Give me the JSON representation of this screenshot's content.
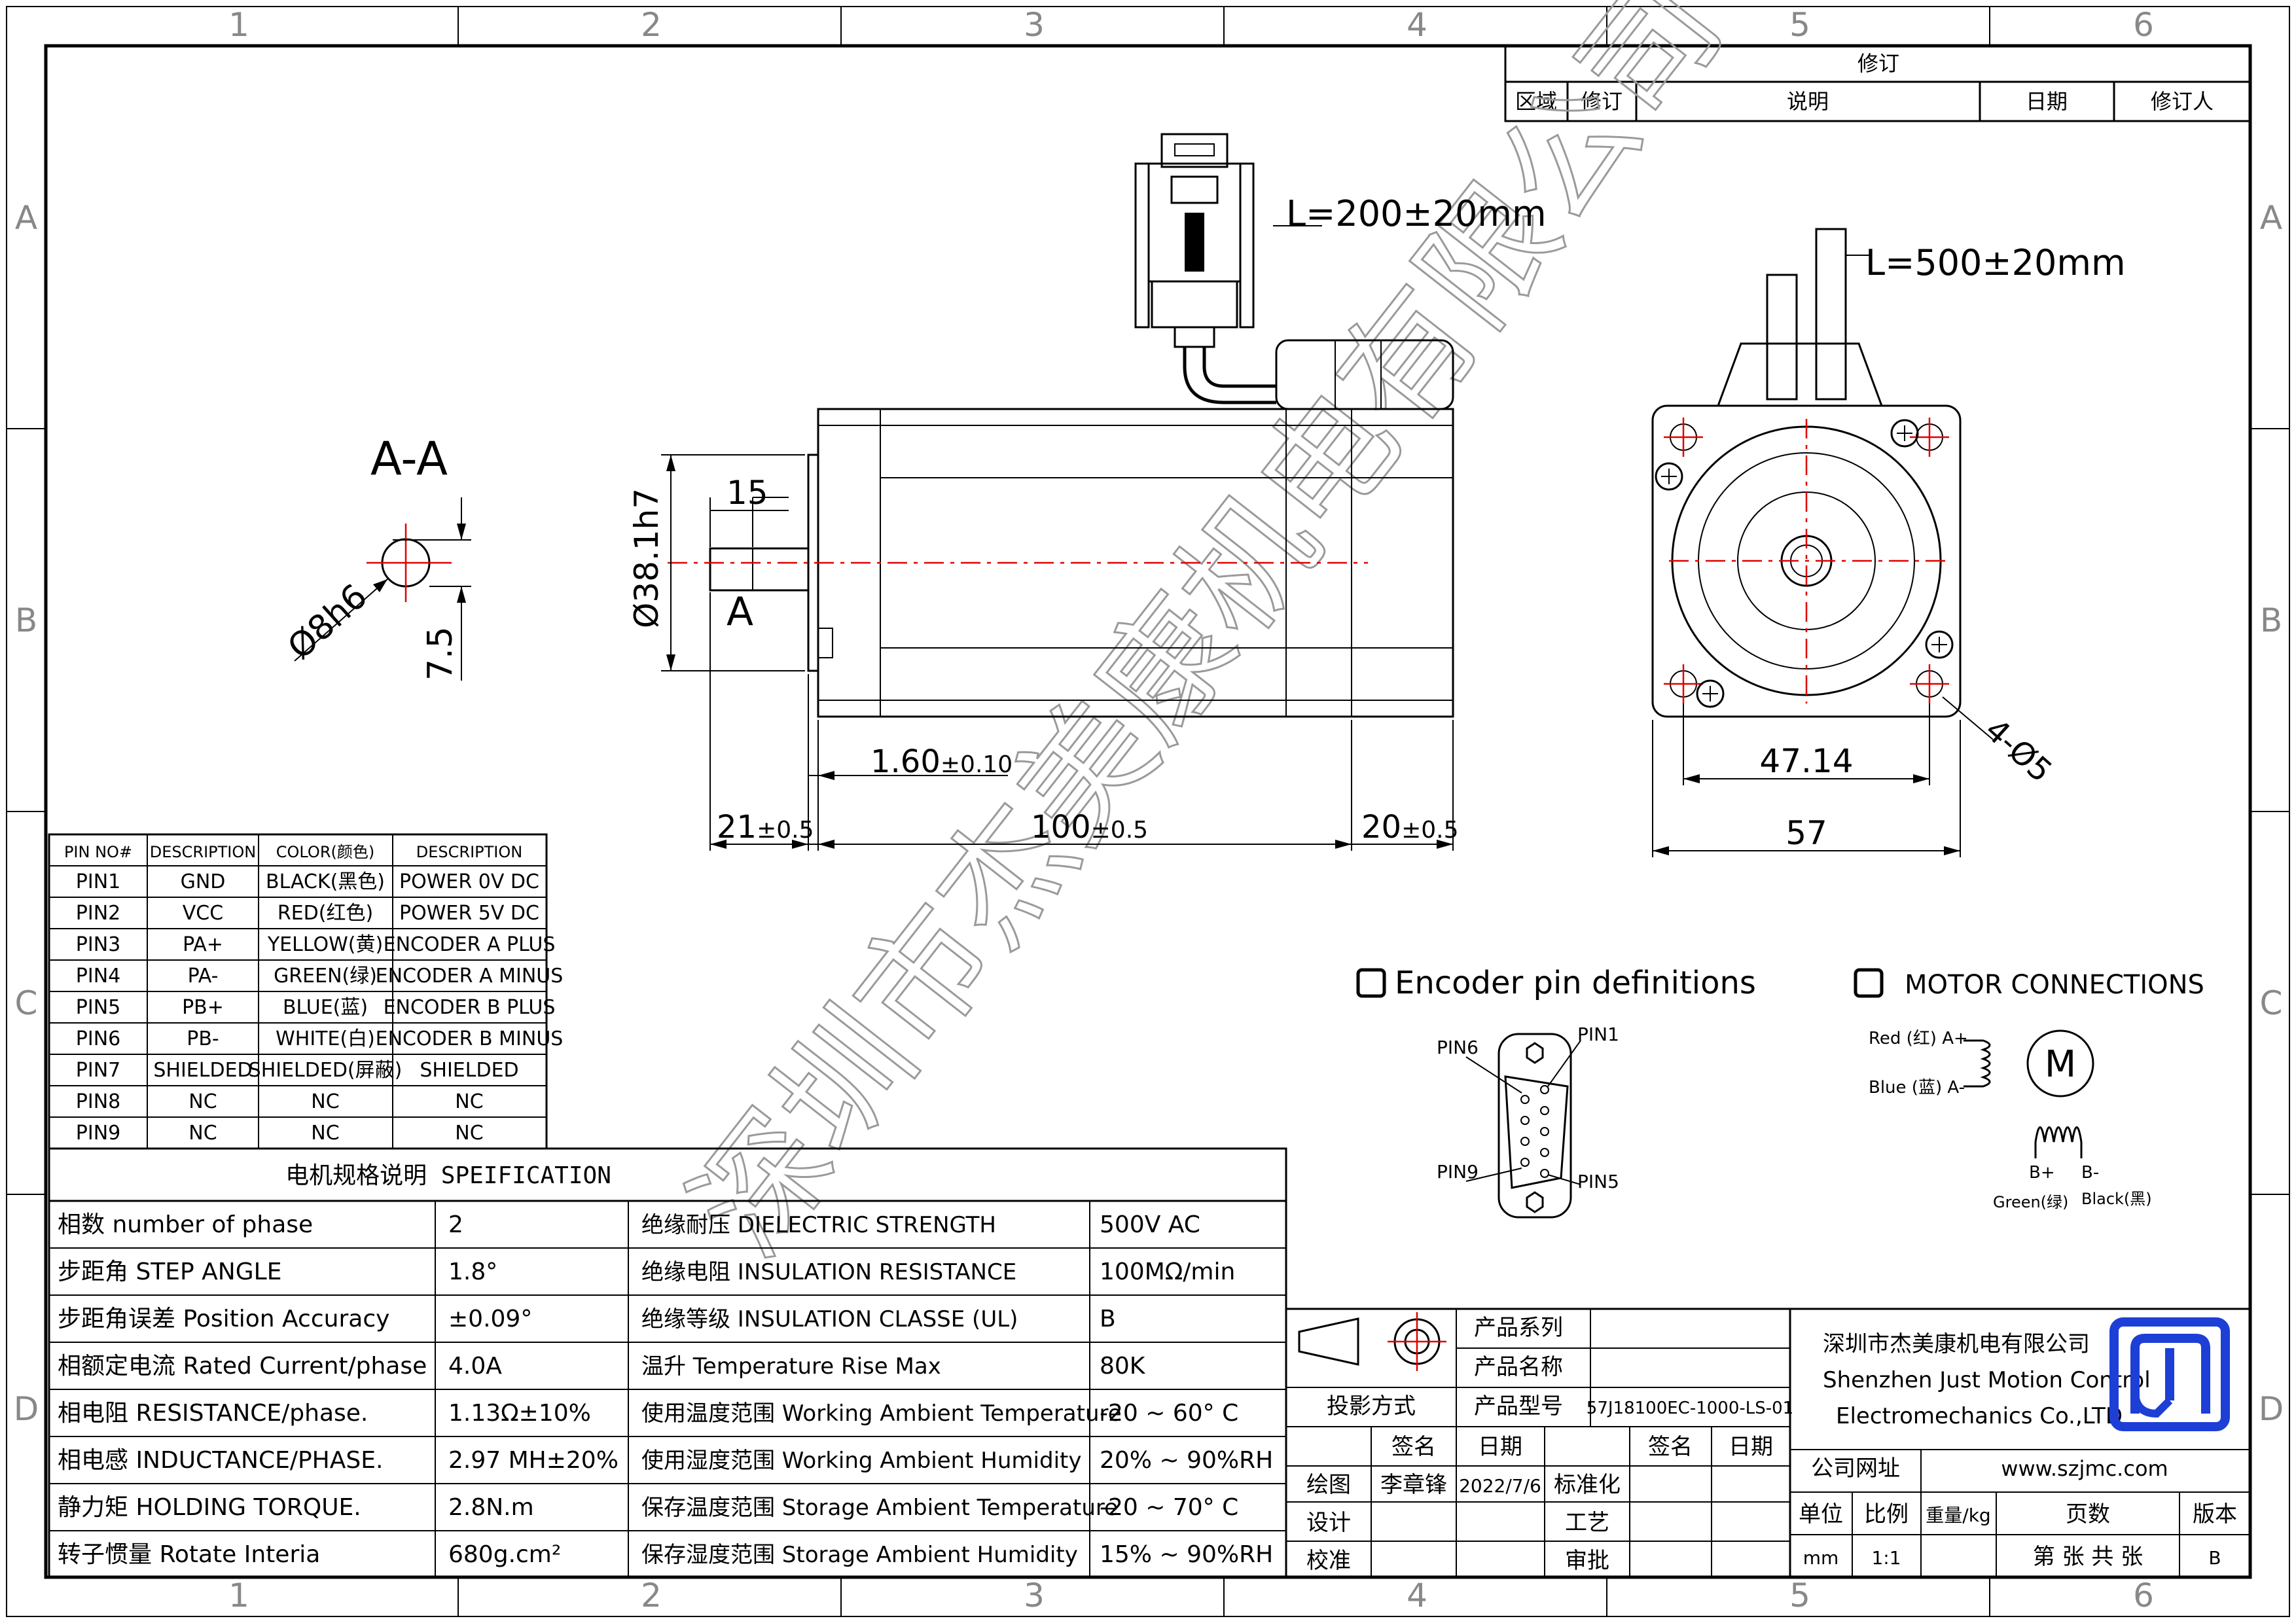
{
  "frame": {
    "cols": [
      "1",
      "2",
      "3",
      "4",
      "5",
      "6"
    ],
    "rows": [
      "A",
      "B",
      "C",
      "D"
    ]
  },
  "revision": {
    "title": "修订",
    "headers": [
      "区域",
      "修订",
      "说明",
      "日期",
      "修订人"
    ]
  },
  "section": {
    "label": "A-A",
    "dia": "Ø8h6",
    "flat": "7.5",
    "cut": "A"
  },
  "side_view": {
    "cable_l1": "L=200±20mm",
    "shaft_dia": "Ø38.1h7",
    "d15": "15",
    "d160": "1.60",
    "d160_tol": "±0.10",
    "d21": "21",
    "d21_tol": "±0.5",
    "d100": "100",
    "d100_tol": "±0.5",
    "d20": "20",
    "d20_tol": "±0.5"
  },
  "front_view": {
    "cable_l2": "L=500±20mm",
    "d4714": "47.14",
    "d57": "57",
    "holes": "4-Ø5"
  },
  "pin_table": {
    "headers": [
      "PIN NO#",
      "DESCRIPTION",
      "COLOR(颜色)",
      "DESCRIPTION"
    ],
    "rows": [
      [
        "PIN1",
        "GND",
        "BLACK(黑色)",
        "POWER 0V DC"
      ],
      [
        "PIN2",
        "VCC",
        "RED(红色)",
        "POWER 5V DC"
      ],
      [
        "PIN3",
        "PA+",
        "YELLOW(黄)",
        "ENCODER A PLUS"
      ],
      [
        "PIN4",
        "PA-",
        "GREEN(绿)",
        "ENCODER A MINUS"
      ],
      [
        "PIN5",
        "PB+",
        "BLUE(蓝)",
        "ENCODER B PLUS"
      ],
      [
        "PIN6",
        "PB-",
        "WHITE(白)",
        "ENCODER B MINUS"
      ],
      [
        "PIN7",
        "SHIELDED",
        "SHIELDED(屏蔽)",
        "SHIELDED"
      ],
      [
        "PIN8",
        "NC",
        "NC",
        "NC"
      ],
      [
        "PIN9",
        "NC",
        "NC",
        "NC"
      ]
    ]
  },
  "spec_table": {
    "title": "电机规格说明 SPEIFICATION",
    "rows": [
      [
        "相数 number of phase",
        "2",
        "绝缘耐压 DIELECTRIC STRENGTH",
        "500V AC"
      ],
      [
        "步距角 STEP ANGLE",
        "1.8°",
        "绝缘电阻 INSULATION RESISTANCE",
        "100MΩ/min"
      ],
      [
        "步距角误差 Position Accuracy",
        "±0.09°",
        "绝缘等级 INSULATION CLASSE (UL)",
        "B"
      ],
      [
        "相额定电流 Rated Current/phase",
        "4.0A",
        "温升 Temperature Rise Max",
        "80K"
      ],
      [
        "相电阻 RESISTANCE/phase.",
        "1.13Ω±10%",
        "使用温度范围 Working Ambient Temperature",
        "-20 ~ 60° C"
      ],
      [
        "相电感 INDUCTANCE/PHASE.",
        "2.97 MH±20%",
        "使用湿度范围 Working Ambient Humidity",
        "20% ~ 90%RH"
      ],
      [
        "静力矩 HOLDING TORQUE.",
        "2.8N.m",
        "保存温度范围 Storage Ambient Temperature",
        "-20 ~ 70° C"
      ],
      [
        "转子惯量 Rotate Interia",
        "680g.cm²",
        "保存湿度范围 Storage Ambient Humidity",
        "15% ~ 90%RH"
      ]
    ]
  },
  "encoder": {
    "title": "Encoder pin definitions",
    "pin6": "PIN6",
    "pin1": "PIN1",
    "pin9": "PIN9",
    "pin5": "PIN5"
  },
  "motor_conn": {
    "title": "MOTOR CONNECTIONS",
    "a_plus": "Red (红) A+",
    "a_minus": "Blue (蓝) A-",
    "m": "M",
    "b_plus": "B+",
    "b_minus": "B-",
    "b_plus_color": "Green(绿)",
    "b_minus_color": "Black(黑)"
  },
  "title_block": {
    "series_label": "产品系列",
    "name_label": "产品名称",
    "projection_label": "投影方式",
    "model_label": "产品型号",
    "model": "57J18100EC-1000-LS-01",
    "sign": "签名",
    "date": "日期",
    "draw": "绘图",
    "drawer": "李章锋",
    "draw_date": "2022/7/6",
    "design": "设计",
    "check": "校准",
    "standard": "标准化",
    "process": "工艺",
    "approve": "审批",
    "sign2": "签名",
    "date2": "日期",
    "company_cn": "深圳市杰美康机电有限公司",
    "company_en1": "Shenzhen Just Motion Control",
    "company_en2": "Electromechanics Co.,LTD",
    "website_label": "公司网址",
    "website": "www.szjmc.com",
    "unit_label": "单位",
    "scale_label": "比例",
    "weight_label": "重量/kg",
    "pages_label": "页数",
    "version_label": "版本",
    "unit": "mm",
    "scale": "1:1",
    "pages": "第 张 共 张",
    "version": "B"
  },
  "watermark": "深圳市杰美康机电有限公司",
  "colors": {
    "center_line": "#e00000",
    "logo": "#1d3fd6",
    "watermark": "#9a9a9a"
  }
}
